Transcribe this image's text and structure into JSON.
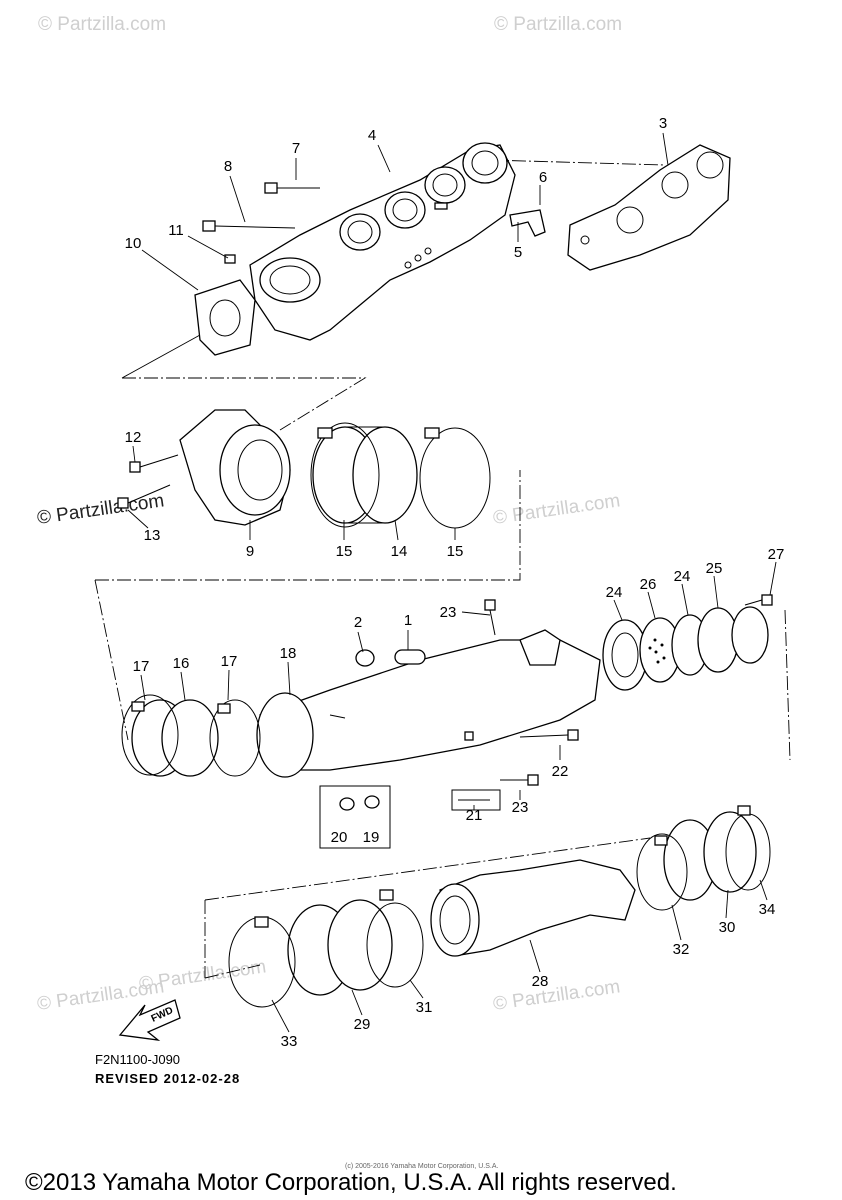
{
  "watermarks": [
    "© Partzilla.com",
    "© Partzilla.com",
    "© Partzilla.com",
    "© Partzilla.com",
    "© Partzilla.com",
    "© Partzilla.com",
    "© Partzilla.com"
  ],
  "callouts": [
    "1",
    "2",
    "3",
    "4",
    "5",
    "6",
    "7",
    "8",
    "9",
    "10",
    "11",
    "12",
    "13",
    "14",
    "15",
    "15",
    "16",
    "17",
    "17",
    "18",
    "19",
    "20",
    "21",
    "22",
    "23",
    "23",
    "24",
    "24",
    "25",
    "26",
    "27",
    "28",
    "29",
    "30",
    "31",
    "32",
    "33",
    "34"
  ],
  "fwd_label": "FWD",
  "diagram_code": "F2N1100-J090",
  "revised": "REVISED 2012-02-28",
  "small_copyright": "(c) 2005-2016 Yamaha Motor Corporation, U.S.A.",
  "copyright": "©2013 Yamaha Motor Corporation, U.S.A. All rights reserved."
}
